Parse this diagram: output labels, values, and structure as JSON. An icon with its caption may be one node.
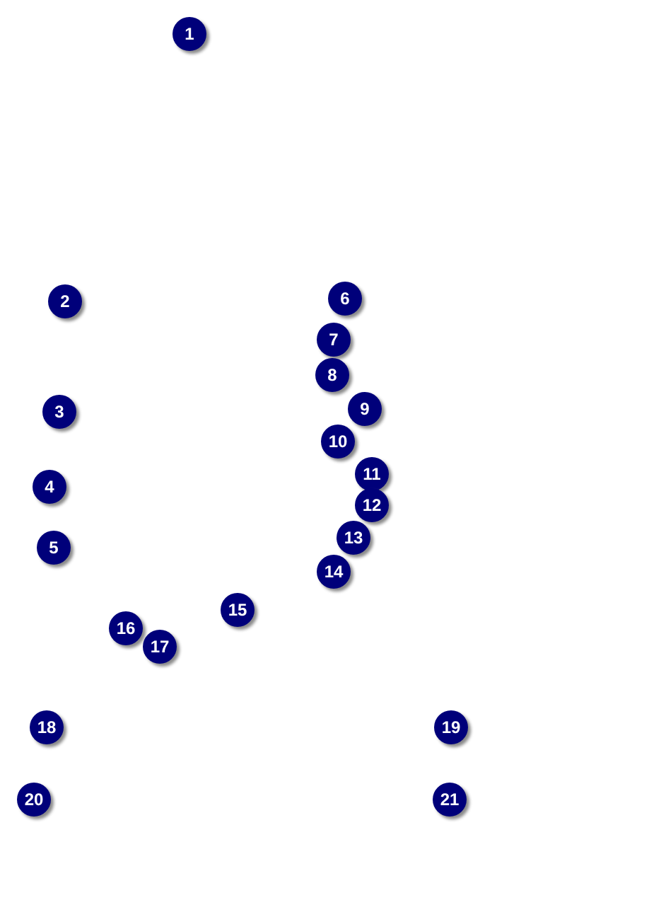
{
  "diagram": {
    "labels": [
      "1",
      "2",
      "3",
      "4",
      "5",
      "6",
      "7",
      "8",
      "9",
      "10",
      "11",
      "12",
      "13",
      "14",
      "15",
      "16",
      "17",
      "18",
      "19",
      "20",
      "21"
    ]
  }
}
